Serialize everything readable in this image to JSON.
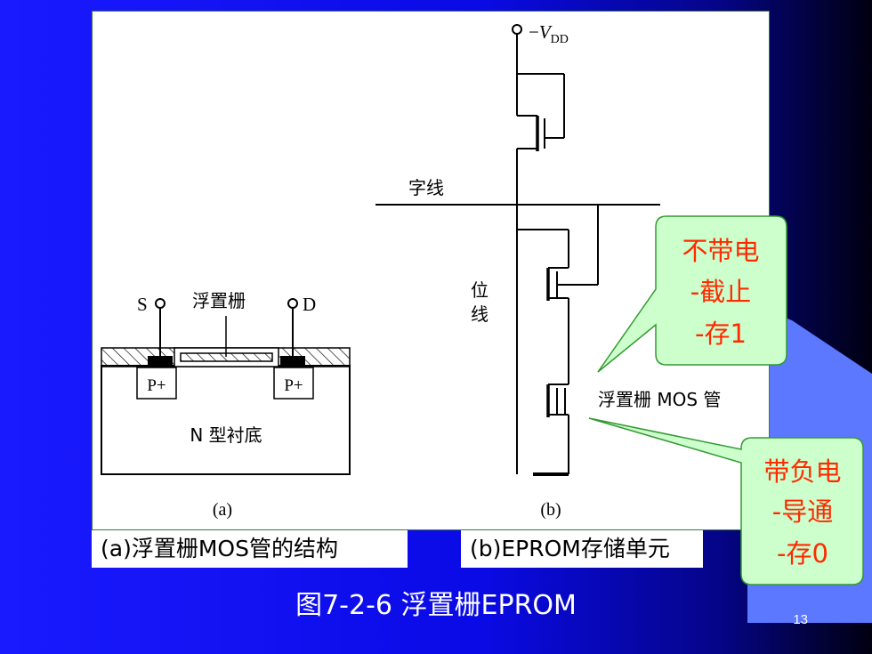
{
  "diagram_a": {
    "source_label": "S",
    "drain_label": "D",
    "floating_gate_label": "浮置栅",
    "p_plus_left": "P+",
    "p_plus_right": "P+",
    "substrate_label": "N 型衬底",
    "panel_label": "(a)"
  },
  "diagram_b": {
    "vdd_prefix": "−",
    "vdd_main": "V",
    "vdd_sub": "DD",
    "word_line_label": "字线",
    "bit_line_label_1": "位",
    "bit_line_label_2": "线",
    "mos_label": "浮置栅 MOS 管",
    "panel_label": "(b)"
  },
  "callout_top": {
    "line1": "不带电",
    "line2": "-截止",
    "line3": "-存1"
  },
  "callout_bottom": {
    "line1": "带负电",
    "line2": "-导通",
    "line3": "-存0"
  },
  "caption_a": "(a)浮置栅MOS管的结构",
  "caption_b": "(b)EPROM存储单元",
  "figure_title": "图7-2-6 浮置栅EPROM",
  "page_number": "13",
  "colors": {
    "callout_fill": "#ccffcc",
    "callout_stroke": "#339933",
    "callout_text": "#ff2a00",
    "background_blue": "#1010ff"
  }
}
